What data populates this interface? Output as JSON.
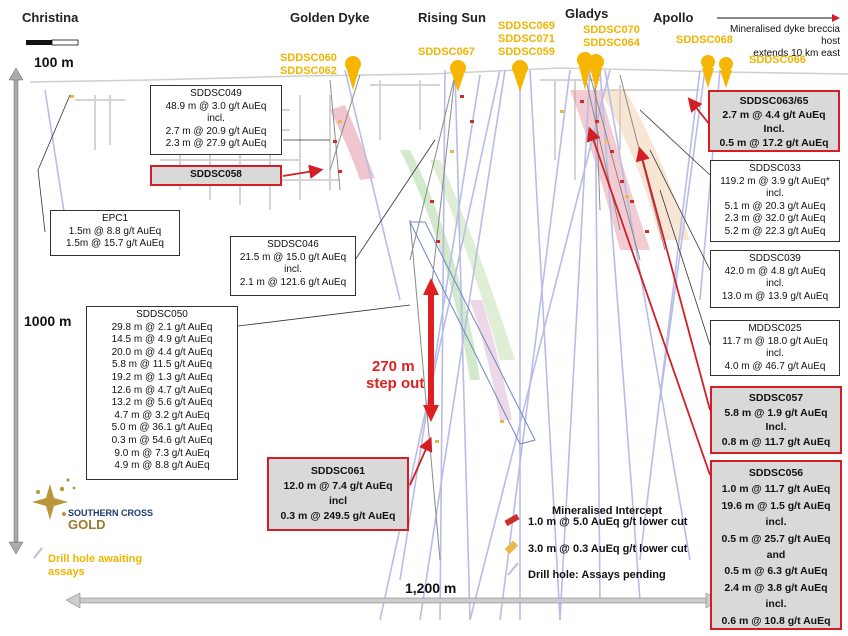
{
  "areas": [
    "Christina",
    "Golden Dyke",
    "Rising Sun",
    "Gladys",
    "Apollo"
  ],
  "hole_ids": {
    "sddsc060": "SDDSC060",
    "sddsc062": "SDDSC062",
    "sddsc067": "SDDSC067",
    "sddsc069": "SDDSC069",
    "sddsc071": "SDDSC071",
    "sddsc059": "SDDSC059",
    "sddsc070": "SDDSC070",
    "sddsc064": "SDDSC064",
    "sddsc068": "SDDSC068",
    "sddsc066": "SDDSC066"
  },
  "note_east": [
    "Mineralised dyke breccia host",
    "extends 10 km east"
  ],
  "scale": {
    "bar_100": "100 m",
    "vertical": "1000 m",
    "horizontal": "1,200 m"
  },
  "step_out": [
    "270 m",
    "step out"
  ],
  "boxes": {
    "sddsc049": [
      "SDDSC049",
      "48.9 m @ 3.0 g/t AuEq",
      "incl.",
      "2.7 m @ 20.9 g/t AuEq",
      "2.3 m @ 27.9 g/t AuEq"
    ],
    "sddsc058": [
      "SDDSC058"
    ],
    "epc1": [
      "EPC1",
      "1.5m @ 8.8 g/t AuEq",
      "1.5m @ 15.7 g/t AuEq"
    ],
    "sddsc046": [
      "SDDSC046",
      "21.5 m @ 15.0 g/t AuEq",
      "incl.",
      "2.1 m @ 121.6 g/t AuEq"
    ],
    "sddsc050": [
      "SDDSC050",
      "29.8 m @ 2.1 g/t AuEq",
      "14.5 m @ 4.9 g/t AuEq",
      "20.0 m @ 4.4 g/t AuEq",
      "5.8 m @ 11.5 g/t AuEq",
      "19.2 m @ 1.3 g/t AuEq",
      "12.6 m @ 4.7 g/t AuEq",
      "13.2 m @ 5.6 g/t AuEq",
      "4.7 m @ 3.2 g/t AuEq",
      "5.0 m @ 36.1 g/t AuEq",
      "0.3 m @ 54.6 g/t AuEq",
      "9.0 m @ 7.3 g/t AuEq",
      "4.9 m @ 8.8 g/t AuEq"
    ],
    "sddsc061": [
      "SDDSC061",
      "12.0 m @ 7.4 g/t AuEq",
      "incl",
      "0.3 m @ 249.5 g/t AuEq"
    ],
    "sddsc063_65": [
      "SDDSC063/65",
      "2.7 m @ 4.4 g/t AuEq",
      "Incl.",
      "0.5 m @ 17.2 g/t AuEq"
    ],
    "sddsc033": [
      "SDDSC033",
      "119.2 m @ 3.9 g/t AuEq*",
      "incl.",
      "5.1 m @ 20.3 g/t AuEq",
      "2.3 m @ 32.0 g/t AuEq",
      "5.2 m @ 22.3 g/t AuEq"
    ],
    "sddsc039": [
      "SDDSC039",
      "42.0 m @ 4.8 g/t AuEq",
      "incl.",
      "13.0 m @ 13.9 g/t AuEq"
    ],
    "mddsc025": [
      "MDDSC025",
      "11.7 m @ 18.0 g/t AuEq",
      "incl.",
      "4.0 m @ 46.7 g/t AuEq"
    ],
    "sddsc057": [
      "SDDSC057",
      "5.8 m @ 1.9 g/t AuEq",
      "Incl.",
      "0.8 m @ 11.7 g/t AuEq"
    ],
    "sddsc056": [
      "SDDSC056",
      "1.0 m @ 11.7 g/t AuEq",
      "19.6 m @ 1.5 g/t AuEq",
      "incl.",
      "0.5 m @ 25.7 g/t AuEq",
      "and",
      "0.5 m @ 6.3 g/t AuEq",
      "2.4 m @ 3.8 g/t AuEq",
      "incl.",
      "0.6 m @ 10.8 g/t AuEq"
    ]
  },
  "legend": {
    "title": "Mineralised Intercept",
    "high_cut": "1.0 m @ 5.0 AuEq g/t lower cut",
    "low_cut": "3.0 m @ 0.3 AuEq g/t lower cut",
    "pending": "Drill hole: Assays pending",
    "awaiting": [
      "Drill hole awaiting",
      "assays"
    ]
  },
  "logo": {
    "line1": "SOUTHERN CROSS",
    "line2": "GOLD"
  },
  "colors": {
    "hole_id": "#f0b400",
    "highlight_border": "#d21f26",
    "highlight_fill": "#d9d9d9",
    "pending_hole": "#b8bde6",
    "step_out": "#e02020"
  }
}
